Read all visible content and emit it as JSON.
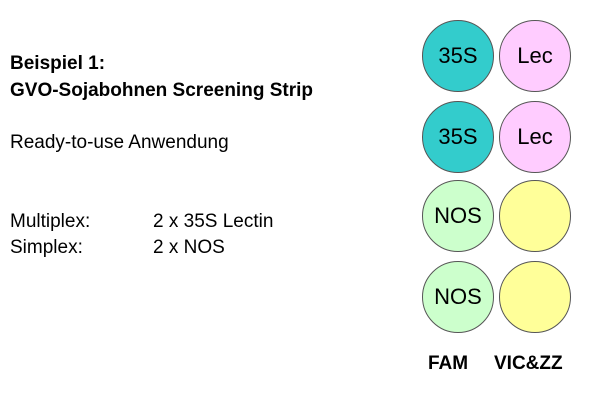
{
  "title_line1": "Beispiel 1:",
  "title_line2": "GVO-Sojabohnen Screening Strip",
  "subtitle": "Ready-to-use Anwendung",
  "assays": [
    {
      "label": "Multiplex:",
      "value": "2 x 35S Lectin"
    },
    {
      "label": "Simplex:",
      "value": "2 x NOS"
    }
  ],
  "colors": {
    "teal": "#33CCCC",
    "pink": "#FFCCFF",
    "light_green": "#CCFFCC",
    "light_yellow": "#FFFF99"
  },
  "strip": {
    "rows": [
      [
        {
          "label": "35S",
          "color": "#33CCCC"
        },
        {
          "label": "Lec",
          "color": "#FFCCFF"
        }
      ],
      [
        {
          "label": "35S",
          "color": "#33CCCC"
        },
        {
          "label": "Lec",
          "color": "#FFCCFF"
        }
      ],
      [
        {
          "label": "NOS",
          "color": "#CCFFCC"
        },
        {
          "label": "",
          "color": "#FFFF99"
        }
      ],
      [
        {
          "label": "NOS",
          "color": "#CCFFCC"
        },
        {
          "label": "",
          "color": "#FFFF99"
        }
      ]
    ],
    "channels": [
      "FAM",
      "VIC&ZZ"
    ]
  }
}
